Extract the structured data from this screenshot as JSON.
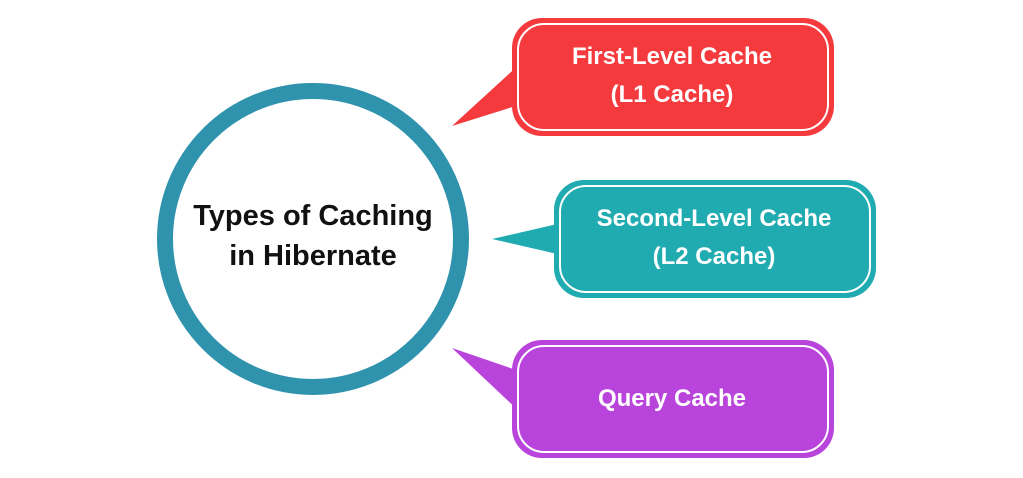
{
  "center": {
    "line1": "Types of Caching",
    "line2": "in Hibernate"
  },
  "boxes": [
    {
      "line1": "First-Level Cache",
      "line2": "(L1 Cache)",
      "color": "#f53a3e"
    },
    {
      "line1": "Second-Level Cache",
      "line2": "(L2 Cache)",
      "color": "#20abb1"
    },
    {
      "line1": "Query Cache",
      "color": "#b944dc"
    }
  ],
  "colors": {
    "ring": "#2f93ad",
    "center_text": "#111111",
    "box_text": "#ffffff"
  }
}
